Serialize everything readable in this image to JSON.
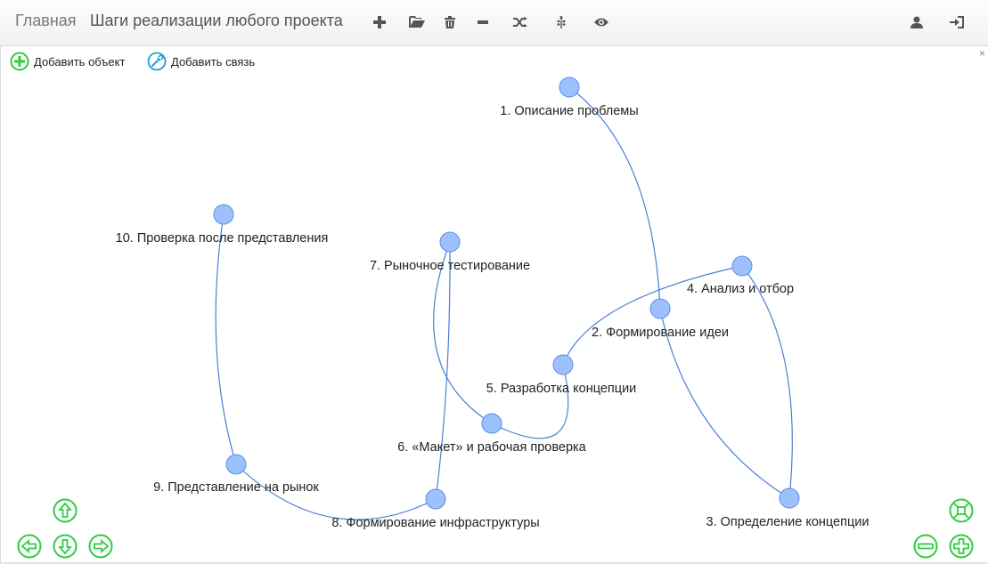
{
  "header": {
    "home_label": "Главная",
    "title": "Шаги реализации любого проекта",
    "icons": [
      "plus-icon",
      "folder-open-icon",
      "trash-icon",
      "minus-icon",
      "random-icon",
      "grain-icon",
      "eye-icon",
      "user-icon",
      "log-in-icon"
    ]
  },
  "toolbar": {
    "add_object_label": "Добавить объект",
    "add_link_label": "Добавить связь",
    "close_label": "×"
  },
  "graph": {
    "node_color": "#9dc0ff",
    "node_stroke": "#5b8ee6",
    "edge_color": "#4a7fd6",
    "nodes": [
      {
        "id": 1,
        "label": "1. Описание проблемы"
      },
      {
        "id": 2,
        "label": "2. Формирование идеи"
      },
      {
        "id": 3,
        "label": "3. Определение концепции"
      },
      {
        "id": 4,
        "label": "4. Анализ и отбор"
      },
      {
        "id": 5,
        "label": "5. Разработка концепции"
      },
      {
        "id": 6,
        "label": "6. «Макет» и рабочая проверка"
      },
      {
        "id": 7,
        "label": "7. Рыночное тестирование"
      },
      {
        "id": 8,
        "label": "8. Формирование инфраструктуры"
      },
      {
        "id": 9,
        "label": "9. Представление на рынок"
      },
      {
        "id": 10,
        "label": "10. Проверка после представления"
      }
    ],
    "edges": [
      [
        1,
        2
      ],
      [
        2,
        3
      ],
      [
        3,
        4
      ],
      [
        4,
        5
      ],
      [
        5,
        6
      ],
      [
        6,
        7
      ],
      [
        7,
        8
      ],
      [
        8,
        9
      ],
      [
        9,
        10
      ]
    ]
  },
  "controls": {
    "color": "#2ecc40",
    "icons": [
      "arrow-up-icon",
      "arrow-left-icon",
      "arrow-down-icon",
      "arrow-right-icon",
      "fit-screen-icon",
      "zoom-out-icon",
      "zoom-in-icon"
    ]
  }
}
